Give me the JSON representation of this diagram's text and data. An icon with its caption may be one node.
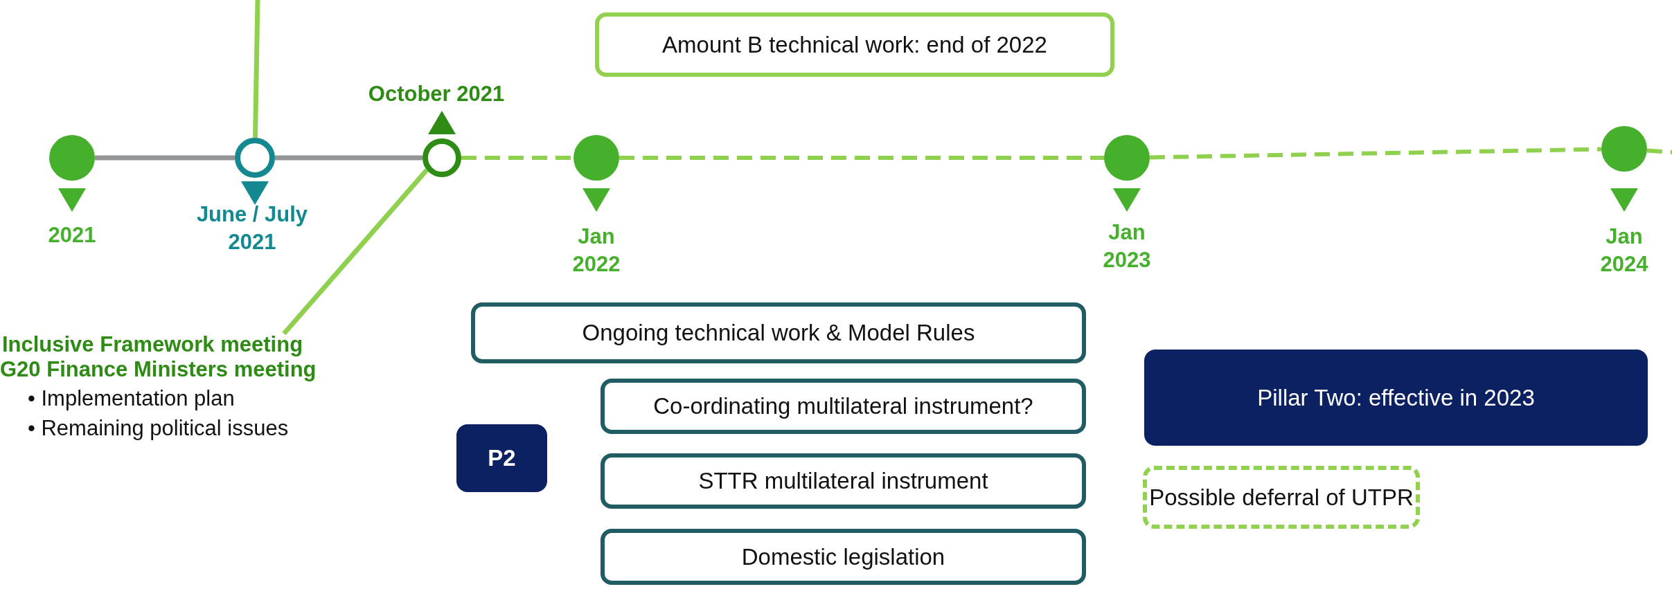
{
  "diagram": {
    "nodes": [
      {
        "text": [],
        "shape": "circle",
        "beside": [
          "2021"
        ]
      },
      {
        "text": [],
        "shape": "circle",
        "beside": [
          "June / July 2021"
        ]
      },
      {
        "text": [],
        "shape": "circle",
        "beside": [
          "October 2021"
        ]
      },
      {
        "text": [],
        "shape": "circle",
        "beside": [
          "Jan 2022"
        ]
      },
      {
        "text": [],
        "shape": "circle",
        "beside": [
          "Jan 2023"
        ]
      },
      {
        "text": [],
        "shape": "circle",
        "beside": [
          "Jan 2024"
        ]
      },
      {
        "text": [
          "Inclusive Framework meeting",
          "G20 Finance Ministers meeting",
          "• Implementation plan",
          "• Remaining political issues"
        ]
      },
      {
        "text": [
          "Amount B technical work: end of 2022"
        ]
      },
      {
        "text": [
          "Ongoing technical work & Model Rules"
        ]
      },
      {
        "text": [
          "P2"
        ]
      },
      {
        "text": [
          "Co-ordinating multilateral instrument?"
        ]
      },
      {
        "text": [
          "STTR multilateral instrument"
        ]
      },
      {
        "text": [
          "Domestic legislation"
        ]
      },
      {
        "text": [
          "Pillar Two: effective in 2023"
        ]
      },
      {
        "text": [
          "Possible deferral of UTPR"
        ]
      }
    ],
    "edges": [
      {
        "from": 0,
        "to": 1,
        "arrow": "none",
        "color": "#939598"
      },
      {
        "from": 1,
        "to": 2,
        "arrow": "none",
        "color": "#939598"
      },
      {
        "from": 2,
        "to": 3,
        "arrow": "none",
        "style": "dashed"
      },
      {
        "from": 3,
        "to": 4,
        "arrow": "none",
        "style": "dashed"
      },
      {
        "from": 4,
        "to": 5,
        "arrow": "none",
        "style": "dashed"
      },
      {
        "from": 5,
        "to": null,
        "arrow": "none",
        "style": "dashed"
      },
      {
        "from": 1,
        "to": null,
        "arrow": "none"
      },
      {
        "from": 2,
        "to": 6,
        "arrow": "none"
      }
    ]
  }
}
